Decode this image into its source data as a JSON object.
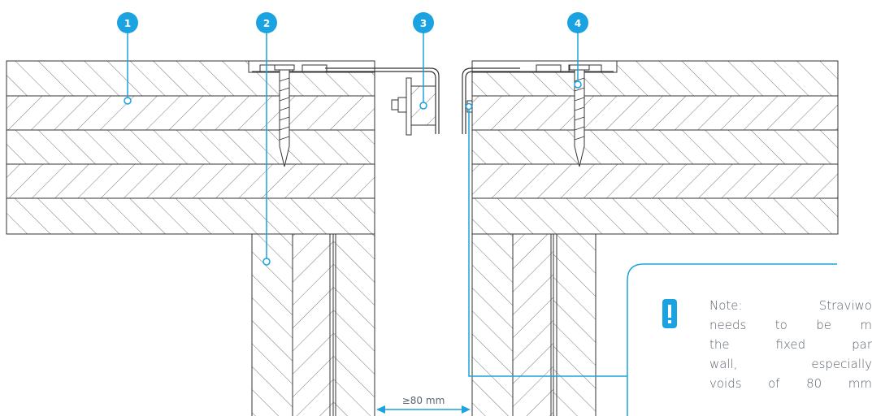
{
  "colors": {
    "accent": "#1aa3e0",
    "line": "#2b2b2b",
    "text": "#5a6470"
  },
  "callouts": [
    {
      "number": "1"
    },
    {
      "number": "2"
    },
    {
      "number": "3"
    },
    {
      "number": "4"
    }
  ],
  "dimension": {
    "label": "≥80 mm"
  },
  "note": {
    "icon": "exclamation-icon",
    "lines": [
      "Note: Straviwo",
      "needs to be m",
      "the fixed par",
      "wall, especially",
      "voids of 80 mm"
    ]
  }
}
